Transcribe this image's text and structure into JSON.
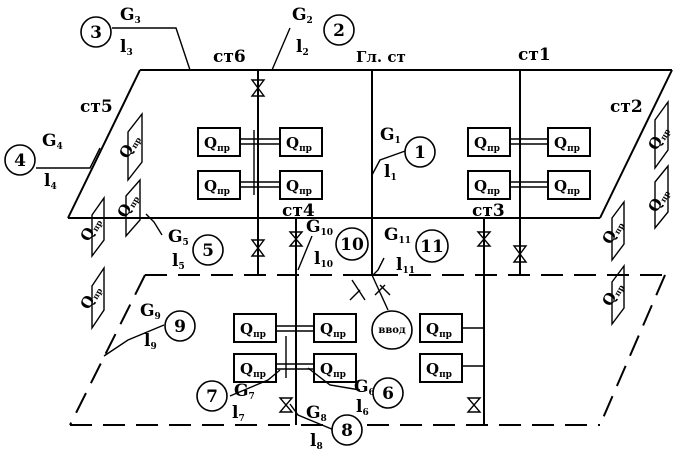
{
  "risers": {
    "st1": "ст1",
    "st2": "ст2",
    "st3": "ст3",
    "st4": "ст4",
    "st5": "ст5",
    "st6": "ст6",
    "main": "Гл. ст"
  },
  "fixture_label": "Q",
  "fixture_sub": "пр",
  "inlet_label": "ввод",
  "sections": [
    {
      "n": "1",
      "g": "G",
      "l": "l",
      "i": "1"
    },
    {
      "n": "2",
      "g": "G",
      "l": "l",
      "i": "2"
    },
    {
      "n": "3",
      "g": "G",
      "l": "l",
      "i": "3"
    },
    {
      "n": "4",
      "g": "G",
      "l": "l",
      "i": "4"
    },
    {
      "n": "5",
      "g": "G",
      "l": "l",
      "i": "5"
    },
    {
      "n": "6",
      "g": "G",
      "l": "l",
      "i": "6"
    },
    {
      "n": "7",
      "g": "G",
      "l": "l",
      "i": "7"
    },
    {
      "n": "8",
      "g": "G",
      "l": "l",
      "i": "8"
    },
    {
      "n": "9",
      "g": "G",
      "l": "l",
      "i": "9"
    },
    {
      "n": "10",
      "g": "G",
      "l": "l",
      "i": "10"
    },
    {
      "n": "11",
      "g": "G",
      "l": "l",
      "i": "11"
    }
  ]
}
